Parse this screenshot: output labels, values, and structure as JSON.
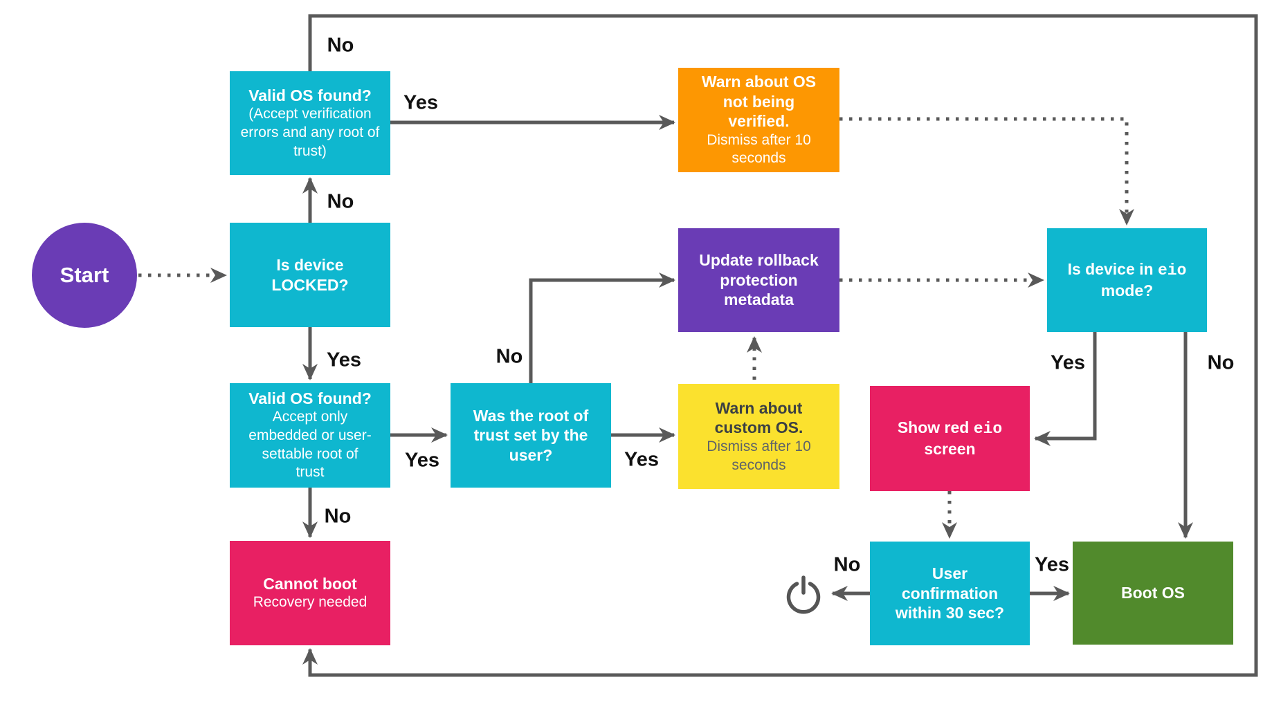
{
  "palette": {
    "cyan": "#0fb7cf",
    "orange": "#fd9702",
    "purple": "#6a3cb5",
    "pink": "#e82063",
    "green": "#518a2c",
    "yellow": "#fbe12e",
    "line_gray": "#595959",
    "label_black": "#111111"
  },
  "nodes": {
    "start": {
      "label": "Start"
    },
    "valid_os_any": {
      "title": "Valid OS found?",
      "subtitle": "(Accept verification errors and any root of trust)"
    },
    "is_locked": {
      "title": "Is device LOCKED?"
    },
    "valid_os_strict": {
      "title": "Valid OS found?",
      "subtitle": "Accept only embedded or user-settable root of trust"
    },
    "cannot_boot": {
      "title": "Cannot boot",
      "subtitle": "Recovery needed"
    },
    "root_of_trust": {
      "title": "Was the root of trust set by the user?"
    },
    "warn_unverified": {
      "title": "Warn about OS not being verified.",
      "subtitle": "Dismiss after 10 seconds"
    },
    "update_rollback": {
      "title": "Update rollback protection metadata"
    },
    "warn_custom": {
      "title": "Warn about custom OS.",
      "subtitle": "Dismiss after 10 seconds"
    },
    "show_red_eio": {
      "pre": "Show red ",
      "code": "eio",
      "post": " screen"
    },
    "user_confirm": {
      "title": "User confirmation within 30 sec?"
    },
    "boot_os": {
      "title": "Boot OS"
    },
    "is_eio_mode": {
      "pre": "Is device in ",
      "code": "eio",
      "post": " mode?"
    }
  },
  "labels": {
    "loop_no": "No",
    "b_to_a_no": "No",
    "a_to_warn_yes": "Yes",
    "b_to_c_yes": "Yes",
    "c_to_e_yes": "Yes",
    "c_to_d_no": "No",
    "e_to_rollback_no": "No",
    "e_to_warn_yes": "Yes",
    "eio_yes": "Yes",
    "eio_no": "No",
    "confirm_no": "No",
    "confirm_yes": "Yes"
  },
  "icons": {
    "power": "power-symbol"
  }
}
